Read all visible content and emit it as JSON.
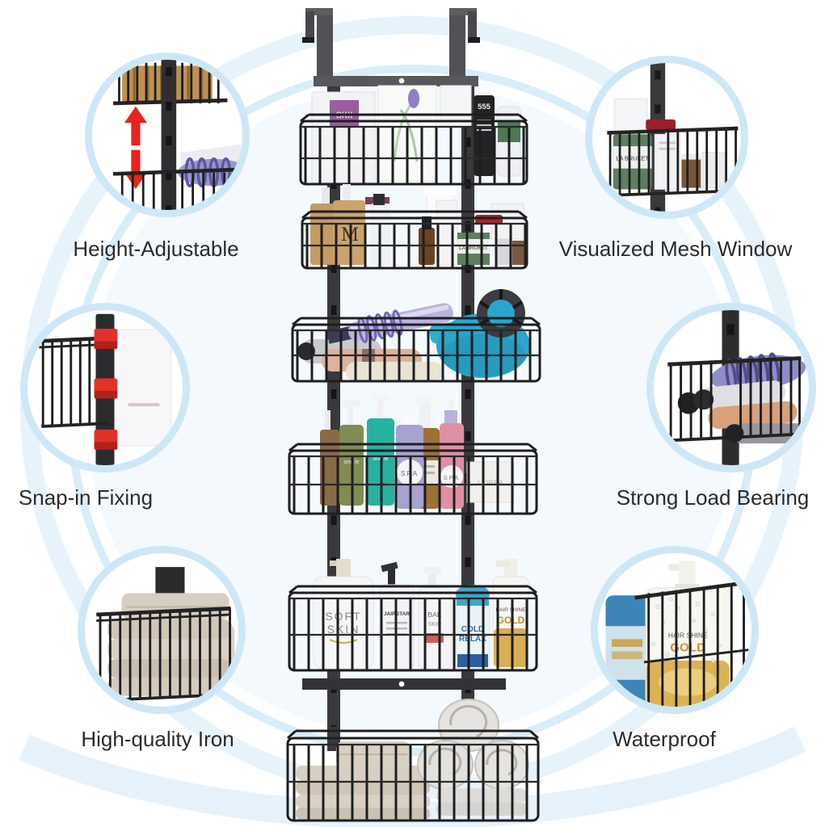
{
  "colors": {
    "background": "#ffffff",
    "halo_ring_blue": "#cde7f6",
    "big_circle_fill": "#f3f9fd",
    "accent_red": "#e8231d",
    "metal_dark": "#2e2e30",
    "metal_gray": "#55555a",
    "wire_black": "#1e1e20",
    "label_text": "#2b2b2b"
  },
  "features": [
    {
      "id": "height-adjustable",
      "label": "Height-Adjustable",
      "position": "top-left"
    },
    {
      "id": "visualized-mesh-window",
      "label": "Visualized Mesh Window",
      "position": "top-right"
    },
    {
      "id": "snap-in-fixing",
      "label": "Snap-in Fixing",
      "position": "mid-left"
    },
    {
      "id": "strong-load-bearing",
      "label": "Strong Load Bearing",
      "position": "mid-right"
    },
    {
      "id": "high-quality-iron",
      "label": "High-quality Iron",
      "position": "bottom-left"
    },
    {
      "id": "waterproof",
      "label": "Waterproof",
      "position": "bottom-right"
    }
  ],
  "product": {
    "kind": "over-door hanging wire basket rack",
    "tiers": 6
  },
  "product_labels": {
    "skii": "SKII",
    "tube": "555",
    "m_bottle": "M",
    "la_bruket": "LA BRUKET",
    "one_le": "one le",
    "spa": "SPA",
    "lorea": "L'ORÉA",
    "soft": "SOFT",
    "skin": "SKIN",
    "jairstar": "JAIRSTAR",
    "bae": "BAE",
    "bae_skin": "SKIN",
    "cold": "COLD",
    "relax": "RELAX",
    "hair_shine": "HAIR SHINE",
    "gold": "GOLD"
  }
}
